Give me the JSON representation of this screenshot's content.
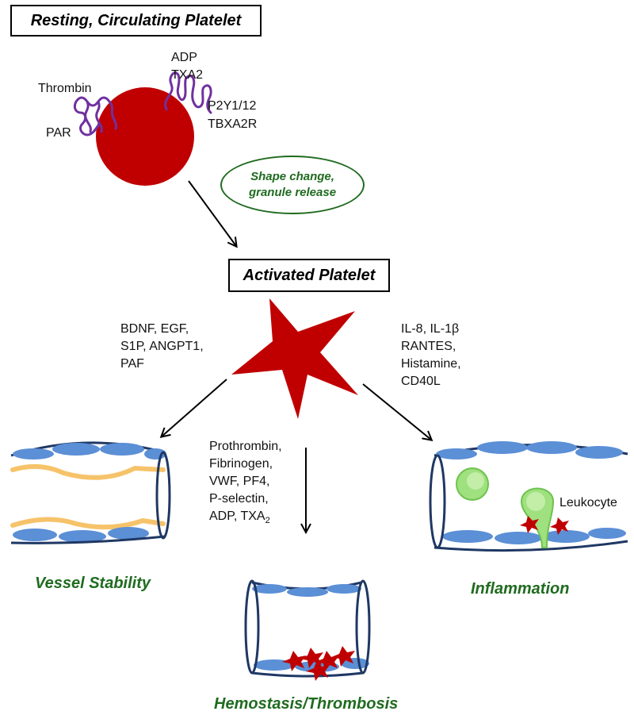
{
  "titles": {
    "resting": "Resting, Circulating Platelet",
    "activated": "Activated Platelet"
  },
  "receptors": {
    "thrombin": "Thrombin",
    "par": "PAR",
    "adp": "ADP",
    "txa2": "TXA2",
    "p2y": "P2Y1/12",
    "tbxa2r": "TBXA2R"
  },
  "oval": {
    "line1": "Shape change,",
    "line2": "granule release"
  },
  "left_factors": [
    "BDNF, EGF,",
    "S1P, ANGPT1,",
    "PAF"
  ],
  "right_factors": [
    "IL-8, IL-1β",
    "RANTES,",
    "Histamine,",
    "CD40L"
  ],
  "middle_factors": [
    "Prothrombin,",
    "Fibrinogen,",
    "VWF, PF4,",
    "P-selectin,",
    "ADP, TXA"
  ],
  "txa_subscript": "2",
  "leukocyte_label": "Leukocyte",
  "outcomes": {
    "vessel": "Vessel Stability",
    "hemostasis": "Hemostasis/Thrombosis",
    "inflammation": "Inflammation"
  },
  "colors": {
    "platelet_red": "#c00000",
    "receptor_purple": "#7030a0",
    "outcome_green": "#1f6b1f",
    "endothelial_blue": "#5b8fd6",
    "vessel_outline": "#1f3864",
    "pericyte_orange": "#f6c36a",
    "leukocyte_green": "#9fe07f"
  }
}
